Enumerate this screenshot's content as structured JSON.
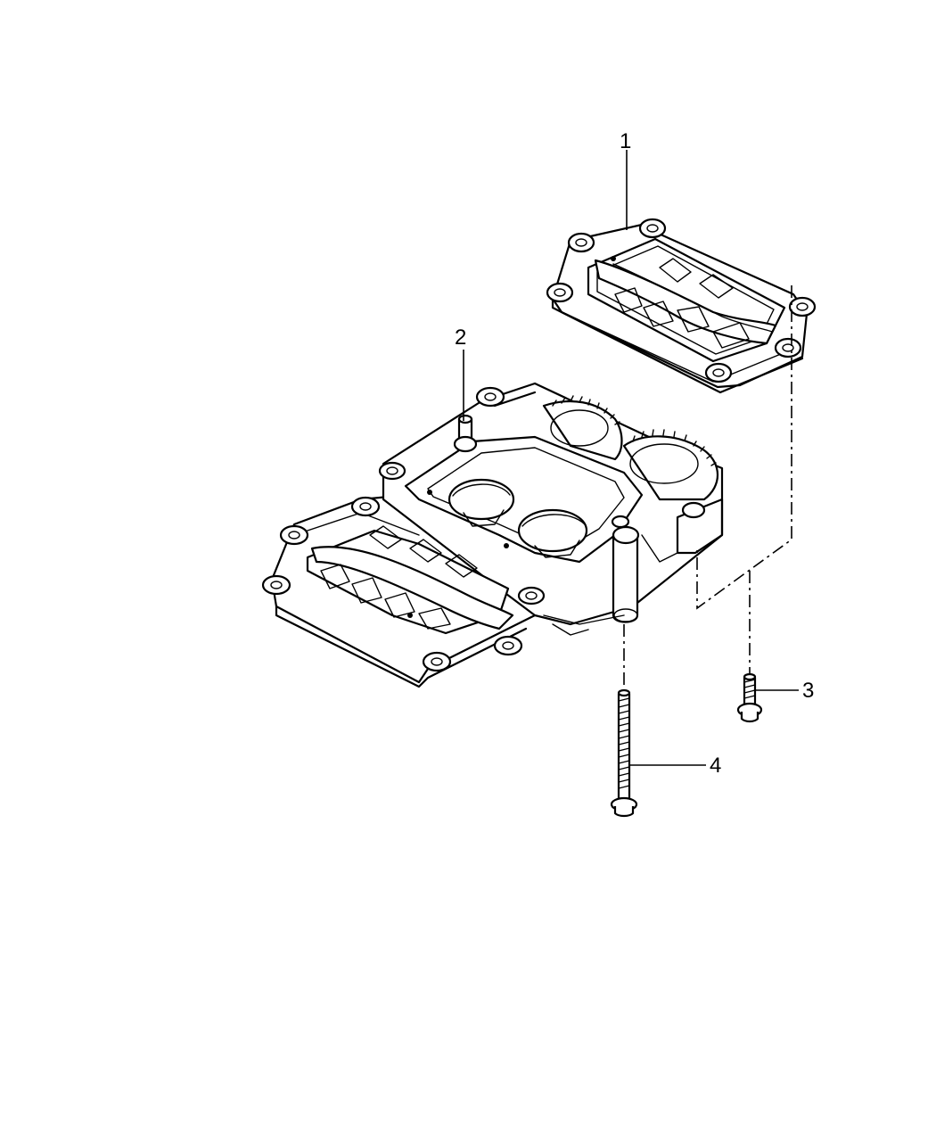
{
  "callouts": {
    "c1": "1",
    "c2": "2",
    "c3": "3",
    "c4": "4"
  },
  "parts": {
    "p1": "balance-shaft-housing-cover",
    "p2": "balance-shaft-assembly",
    "p3": "short-bolt",
    "p4": "long-bolt"
  }
}
